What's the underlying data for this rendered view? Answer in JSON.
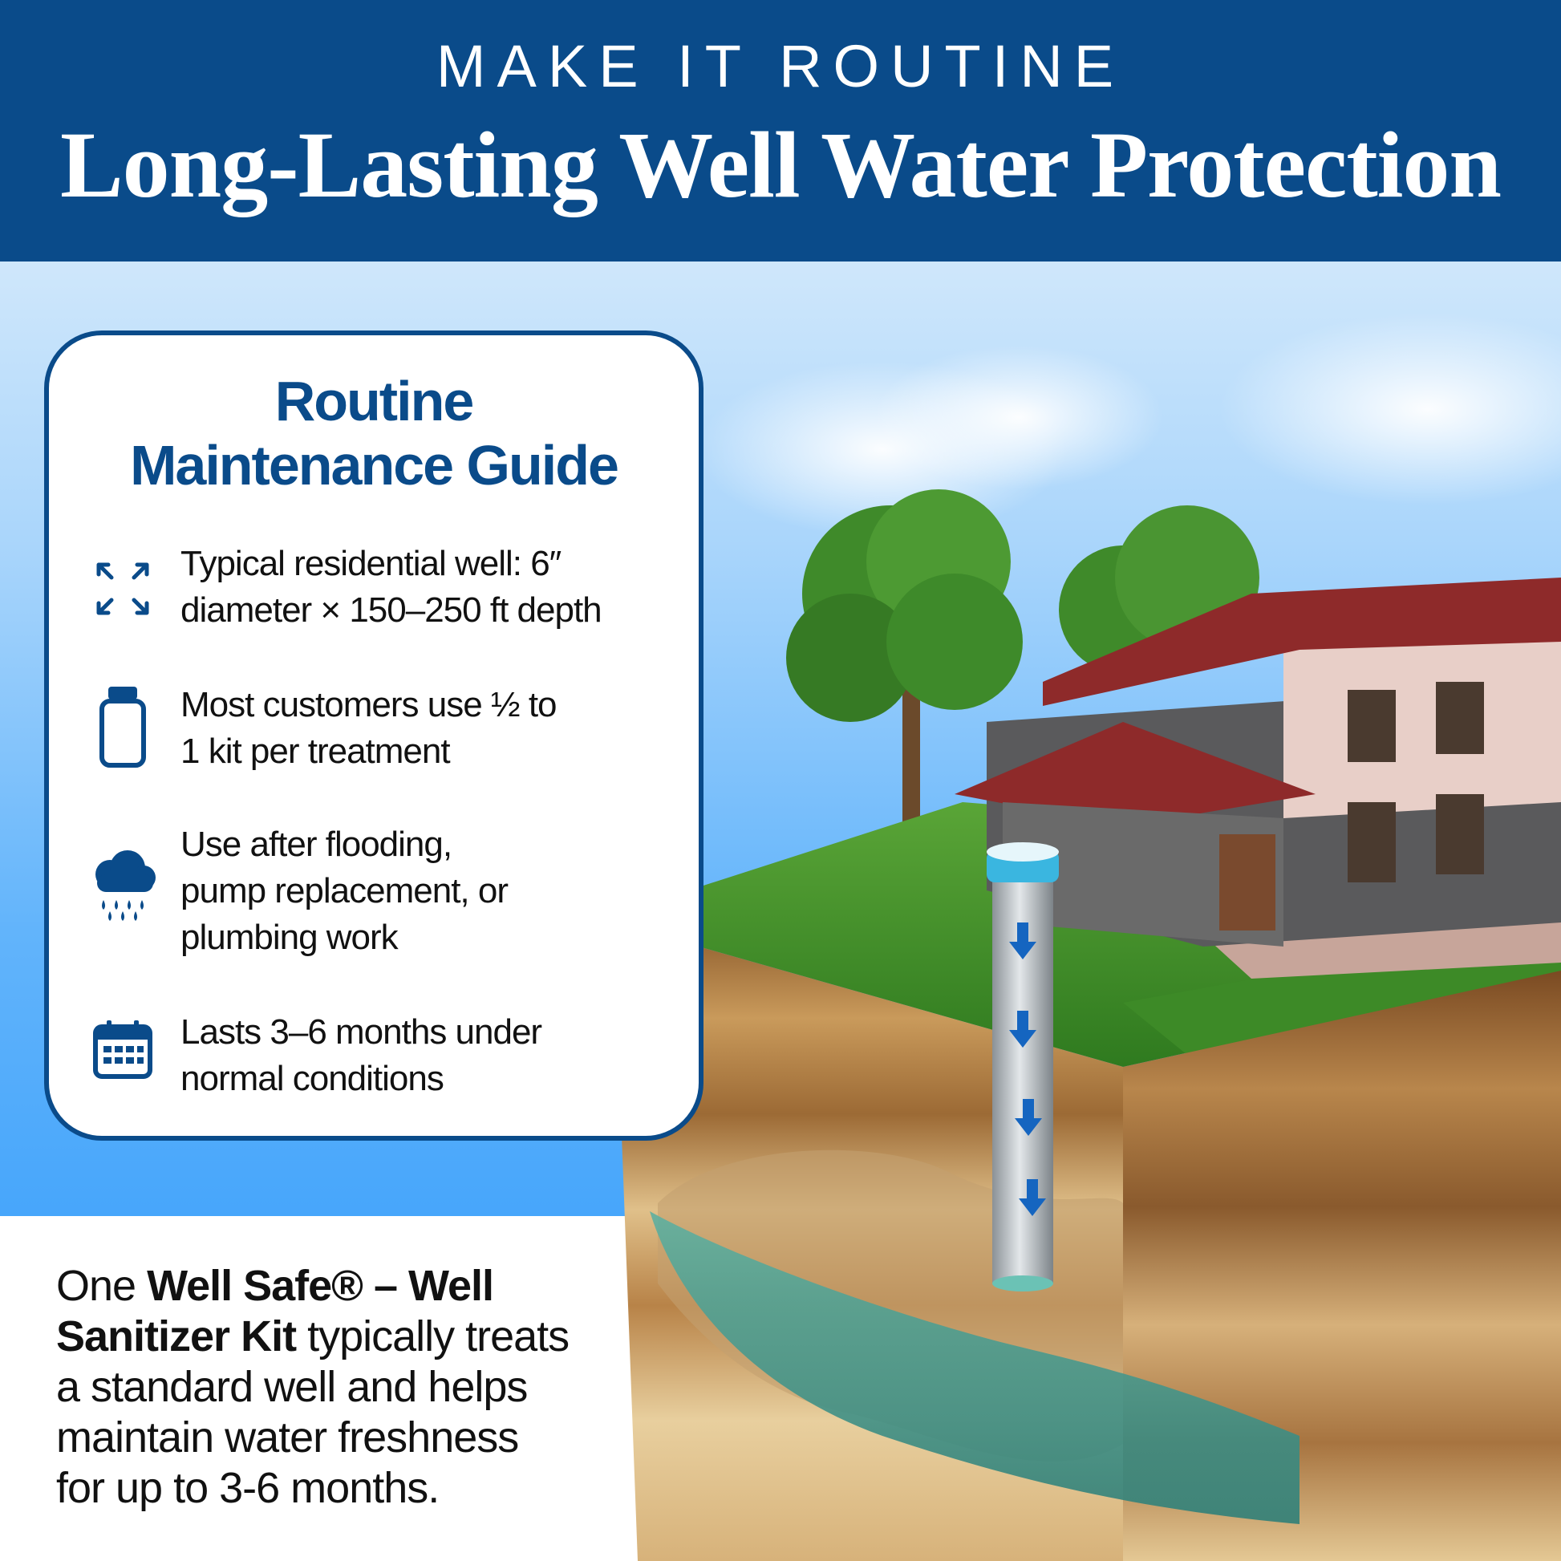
{
  "header": {
    "eyebrow": "MAKE IT ROUTINE",
    "title": "Long-Lasting Well Water Protection"
  },
  "card": {
    "title_line1": "Routine",
    "title_line2": "Maintenance Guide",
    "items": [
      {
        "icon": "expand-arrows-icon",
        "line1": "Typical residential well: 6″",
        "line2": "diameter × 150–250 ft depth"
      },
      {
        "icon": "bottle-icon",
        "line1": "Most customers use ½ to",
        "line2": "1 kit per treatment"
      },
      {
        "icon": "rain-cloud-icon",
        "line1": "Use after flooding,",
        "line2": "pump replacement, or",
        "line3": "plumbing work"
      },
      {
        "icon": "calendar-icon",
        "line1": "Lasts 3–6 months under",
        "line2": "normal conditions"
      }
    ]
  },
  "bottom": {
    "part1": "One ",
    "bold1": "Well Safe® – Well",
    "bold2": "Sanitizer Kit",
    "part2": " typically treats",
    "line3": "a standard well and helps",
    "line4": "maintain water freshness",
    "line5": "for up to 3-6 months."
  },
  "colors": {
    "brand_blue": "#0a4b8a",
    "sky_blue": "#47a6fb",
    "roof_red": "#8e2a2a",
    "grass_green": "#3f8f2a"
  }
}
